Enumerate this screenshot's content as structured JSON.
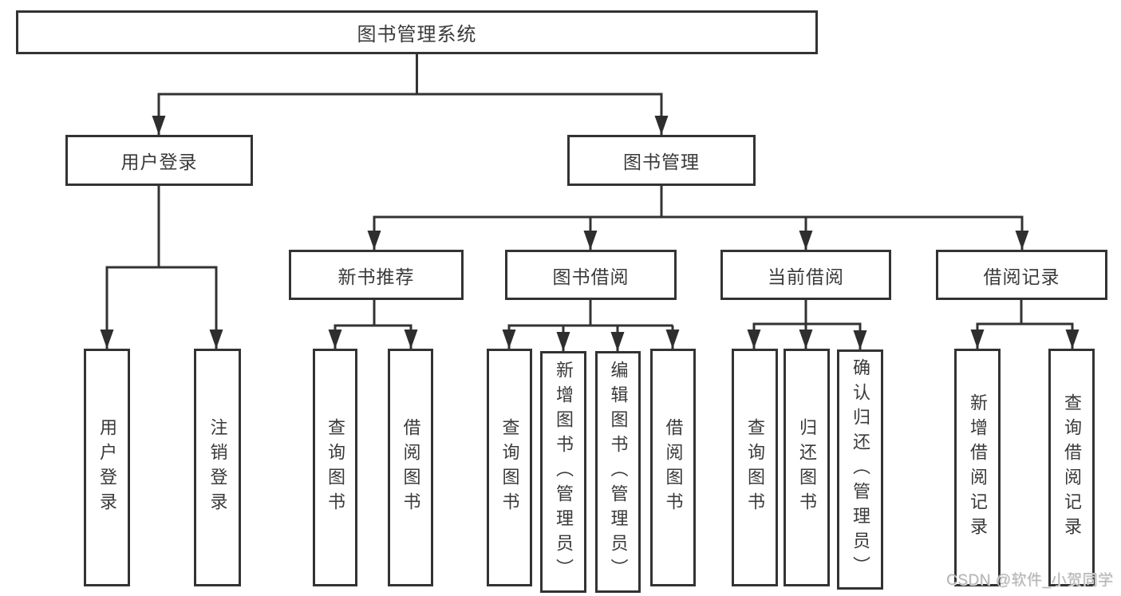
{
  "tree": {
    "root": {
      "label": "图书管理系统"
    },
    "children": [
      {
        "label": "用户登录",
        "children": [
          {
            "label": "用户登录"
          },
          {
            "label": "注销登录"
          }
        ]
      },
      {
        "label": "图书管理",
        "children": [
          {
            "label": "新书推荐",
            "children": [
              {
                "label": "查询图书"
              },
              {
                "label": "借阅图书"
              }
            ]
          },
          {
            "label": "图书借阅",
            "children": [
              {
                "label": "查询图书"
              },
              {
                "label": "新增图书（管理员）"
              },
              {
                "label": "编辑图书（管理员）"
              },
              {
                "label": "借阅图书"
              }
            ]
          },
          {
            "label": "当前借阅",
            "children": [
              {
                "label": "查询图书"
              },
              {
                "label": "归还图书"
              },
              {
                "label": "确认归还（管理员）"
              }
            ]
          },
          {
            "label": "借阅记录",
            "children": [
              {
                "label": "新增借阅记录"
              },
              {
                "label": "查询借阅记录"
              }
            ]
          }
        ]
      }
    ]
  },
  "watermark": "CSDN @软件_小贺同学",
  "colors": {
    "line": "#333333",
    "box_border": "#333333",
    "text": "#3a3a3a",
    "watermark": "#b5b5b5",
    "background": "#ffffff"
  }
}
